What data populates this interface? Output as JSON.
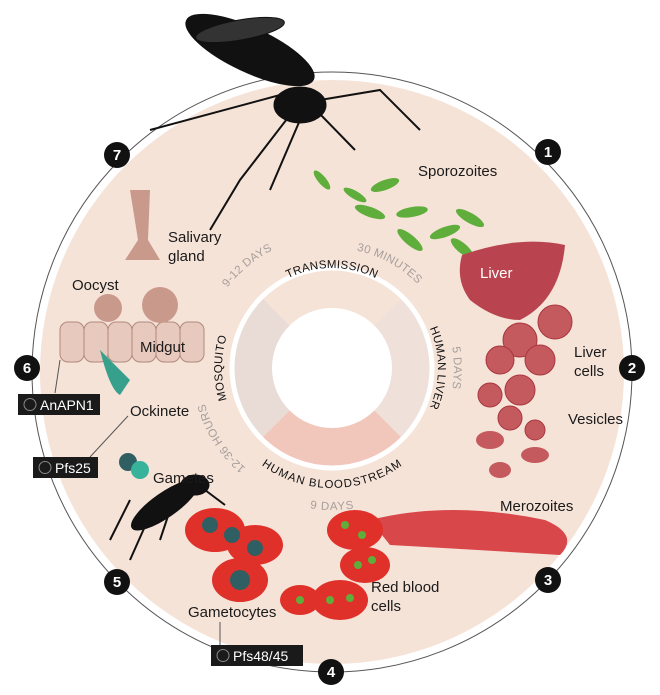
{
  "title": "Malaria parasite life cycle",
  "stages": {
    "transmission": "TRANSMISSION",
    "human_liver": "HUMAN LIVER",
    "human_bloodstream": "HUMAN BLOODSTREAM",
    "mosquito": "MOSQUITO"
  },
  "durations": {
    "transmission": "30 MINUTES",
    "human_liver": "5 DAYS",
    "human_bloodstream": "9 DAYS",
    "mosquito_a": "12-36 HOURS",
    "mosquito_b": "9-12 DAYS"
  },
  "steps": [
    "1",
    "2",
    "3",
    "4",
    "5",
    "6",
    "7"
  ],
  "labels": {
    "sporozoites": "Sporozoites",
    "liver": "Liver",
    "liver_cells_1": "Liver",
    "liver_cells_2": "cells",
    "vesicles": "Vesicles",
    "merozoites": "Merozoites",
    "rbc_1": "Red blood",
    "rbc_2": "cells",
    "gametocytes": "Gametocytes",
    "gametes": "Gametes",
    "ockinete": "Ockinete",
    "midgut": "Midgut",
    "oocyst": "Oocyst",
    "salivary_1": "Salivary",
    "salivary_2": "gland"
  },
  "targets": [
    "AnAPN1",
    "Pfs25",
    "Pfs48/45"
  ],
  "colors": {
    "disc": "#f6e3d8",
    "bloodstream_segment": "#f2c7bb",
    "mosquito_segment": "#e9dcd6",
    "liver": "#b9444f",
    "rbc": "#e0302a",
    "parasite": "#5fae3b"
  }
}
